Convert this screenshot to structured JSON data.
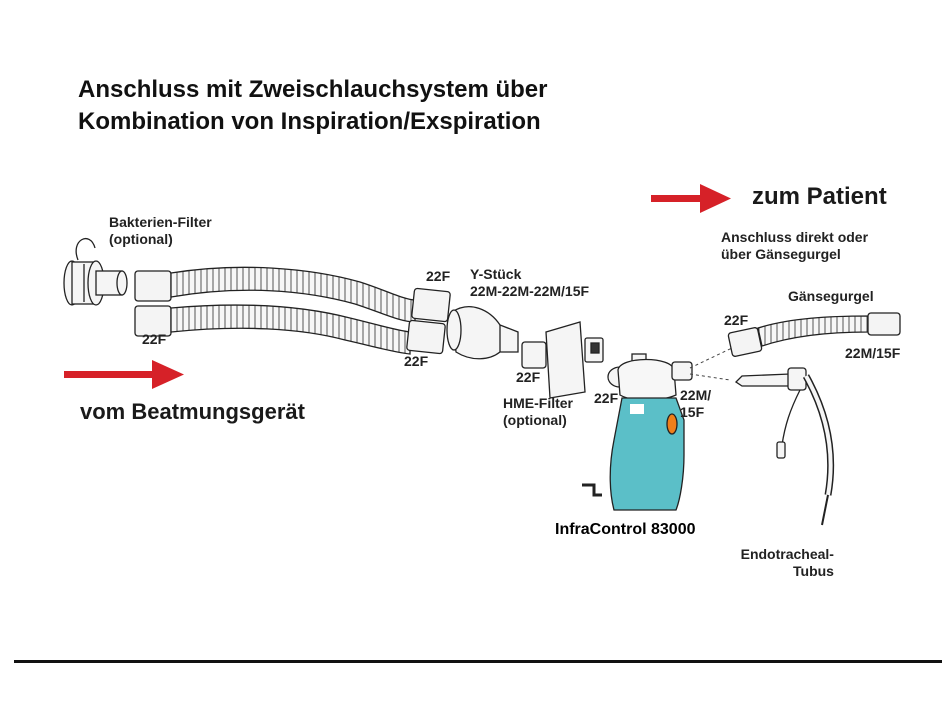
{
  "title": {
    "line1": "Anschluss mit Zweischlauchsystem über",
    "line2": "Kombination von Inspiration/Exspiration"
  },
  "direction": {
    "to_patient": "zum Patient",
    "from_ventilator": "vom Beatmungsgerät"
  },
  "labels": {
    "bakterien_filter": [
      "Bakterien-Filter",
      "(optional)"
    ],
    "hme_filter": [
      "HME-Filter",
      "(optional)"
    ],
    "y_stueck": [
      "Y-Stück",
      "22M-22M-22M/15F"
    ],
    "anschluss_direkt": [
      "Anschluss direkt oder",
      "über Gänsegurgel"
    ],
    "gaensegurgel": "Gänsegurgel",
    "endotracheal": [
      "Endotracheal-",
      "Tubus"
    ],
    "port_22f": "22F",
    "port_22m_15f_split": [
      "22M/",
      "15F"
    ],
    "port_22m_15f": "22M/15F"
  },
  "device": {
    "name": "InfraControl 83000"
  },
  "colors": {
    "arrow_red": "#d62128",
    "device_teal": "#5bbfc8",
    "device_orange": "#ef7f1a",
    "outline": "#222222",
    "tube_fill": "#f4f4f4"
  }
}
